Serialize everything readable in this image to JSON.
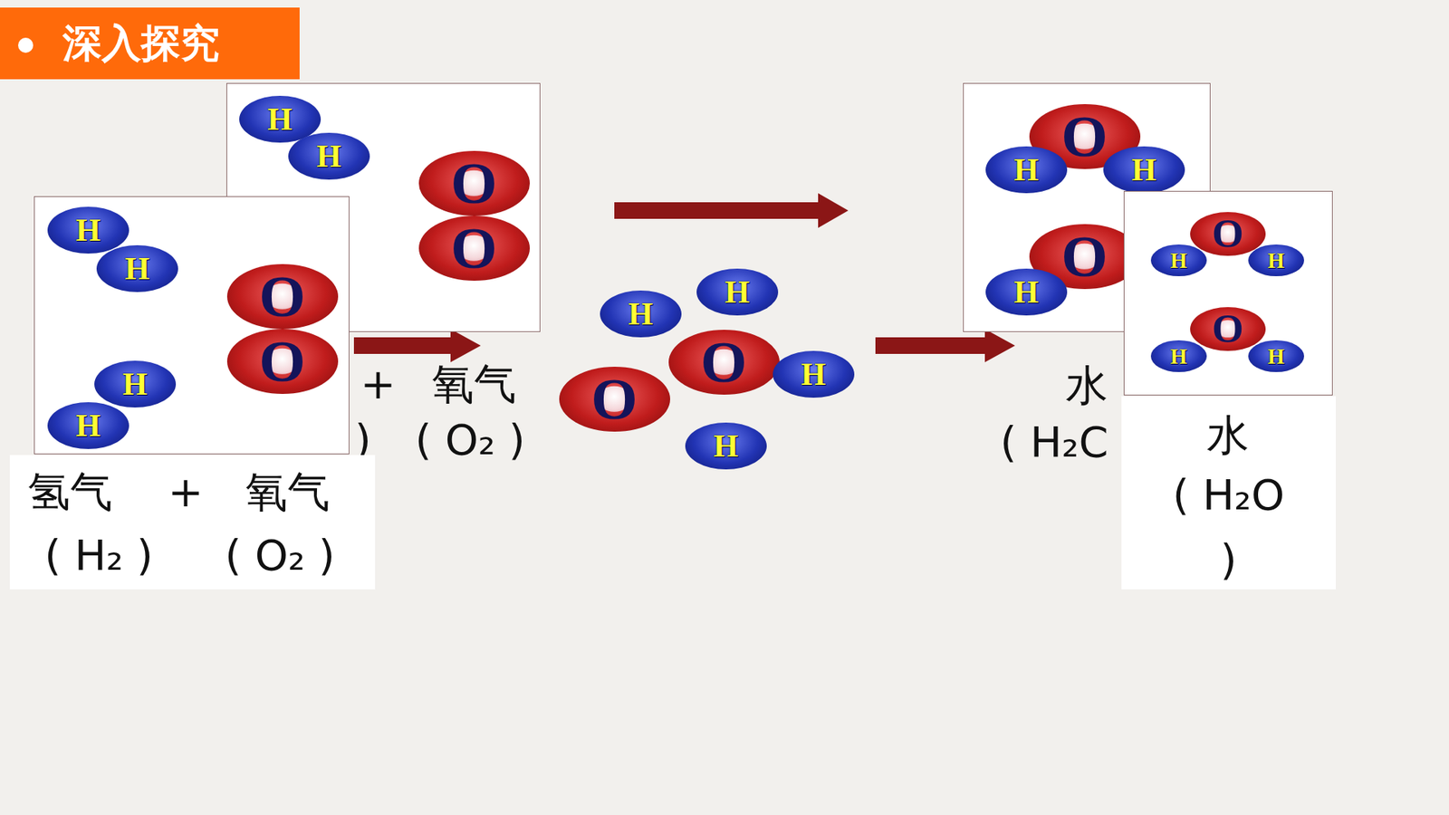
{
  "diagram": {
    "title": "深入探究",
    "nodes": [
      {
        "text": [
          "+",
          "氧气",
          ")",
          "( O₂ )"
        ]
      },
      {
        "text": [
          "H"
        ],
        "in": 0
      },
      {
        "text": [
          "H"
        ],
        "in": 0
      },
      {
        "text": [
          "O"
        ],
        "in": 0
      },
      {
        "text": [
          "O"
        ],
        "in": 0
      },
      {
        "text": [
          "氢气",
          "+",
          "氧气",
          "( H₂ )",
          "( O₂ )"
        ]
      },
      {
        "text": [
          "H"
        ],
        "in": 5
      },
      {
        "text": [
          "H"
        ],
        "in": 5
      },
      {
        "text": [
          "O"
        ],
        "in": 5
      },
      {
        "text": [
          "O"
        ],
        "in": 5
      },
      {
        "text": [
          "H"
        ],
        "in": 5
      },
      {
        "text": [
          "H"
        ],
        "in": 5
      },
      {
        "text": [
          "H"
        ]
      },
      {
        "text": [
          "H"
        ]
      },
      {
        "text": [
          "O"
        ]
      },
      {
        "text": [
          "H"
        ]
      },
      {
        "text": [
          "O"
        ]
      },
      {
        "text": [
          "H"
        ]
      },
      {
        "text": [
          "水",
          "( H₂C"
        ]
      },
      {
        "text": [
          "O"
        ],
        "in": 18
      },
      {
        "text": [
          "H"
        ],
        "in": 18
      },
      {
        "text": [
          "H"
        ],
        "in": 18
      },
      {
        "text": [
          "O"
        ],
        "in": 18
      },
      {
        "text": [
          "H"
        ],
        "in": 18
      },
      {
        "text": [
          "水",
          "( H₂O )"
        ]
      },
      {
        "text": [
          "O"
        ],
        "in": 24
      },
      {
        "text": [
          "H"
        ],
        "in": 24
      },
      {
        "text": [
          "H"
        ],
        "in": 24
      },
      {
        "text": [
          "O"
        ],
        "in": 24
      },
      {
        "text": [
          "H"
        ],
        "in": 24
      },
      {
        "text": [
          "H"
        ],
        "in": 24
      }
    ]
  }
}
